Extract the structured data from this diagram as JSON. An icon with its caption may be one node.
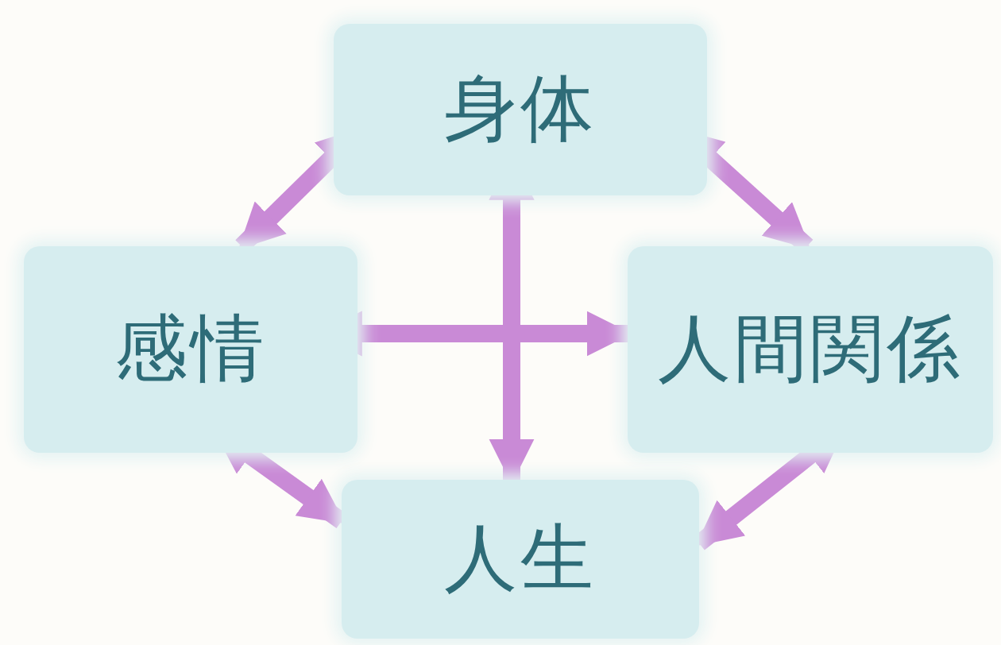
{
  "diagram": {
    "nodes": [
      {
        "text": [
          "身体"
        ]
      },
      {
        "text": [
          "感情"
        ]
      },
      {
        "text": [
          "人間関係"
        ]
      },
      {
        "text": [
          "人生"
        ]
      }
    ],
    "edges": [
      {
        "from": 0,
        "to": 1,
        "arrow": "both"
      },
      {
        "from": 0,
        "to": 2,
        "arrow": "both"
      },
      {
        "from": 1,
        "to": 3,
        "arrow": "both"
      },
      {
        "from": 2,
        "to": 3,
        "arrow": "both"
      },
      {
        "from": 1,
        "to": 2,
        "arrow": "both"
      },
      {
        "from": 0,
        "to": 3,
        "arrow": "both"
      }
    ]
  }
}
